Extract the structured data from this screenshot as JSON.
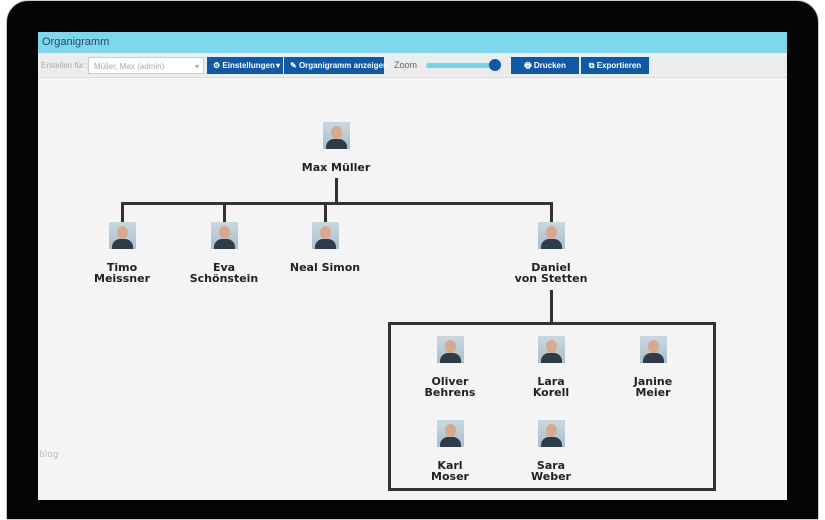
{
  "window": {
    "title": "Organigramm"
  },
  "toolbar": {
    "create_for_label": "Erstellen für :",
    "create_for_value": "Müller, Max (admin)",
    "settings_label": "Einstellungen",
    "show_label": "Organigramm anzeigen",
    "zoom_label": "Zoom",
    "zoom_percent": 100,
    "print_label": "Drucken",
    "export_label": "Exportieren"
  },
  "colors": {
    "titlebar": "#7fd7ee",
    "button": "#0f5aa8"
  },
  "org": {
    "root": {
      "name": "Max Müller"
    },
    "children": [
      {
        "name": "Timo\nMeissner"
      },
      {
        "name": "Eva\nSchönstein"
      },
      {
        "name": "Neal Simon"
      },
      {
        "name": "Daniel\nvon Stetten"
      }
    ],
    "team": [
      {
        "name": "Oliver\nBehrens"
      },
      {
        "name": "Lara\nKorell"
      },
      {
        "name": "Janine\nMeier"
      },
      {
        "name": "Karl\nMoser"
      },
      {
        "name": "Sara\nWeber"
      }
    ]
  },
  "footer": {
    "text": "blog"
  }
}
